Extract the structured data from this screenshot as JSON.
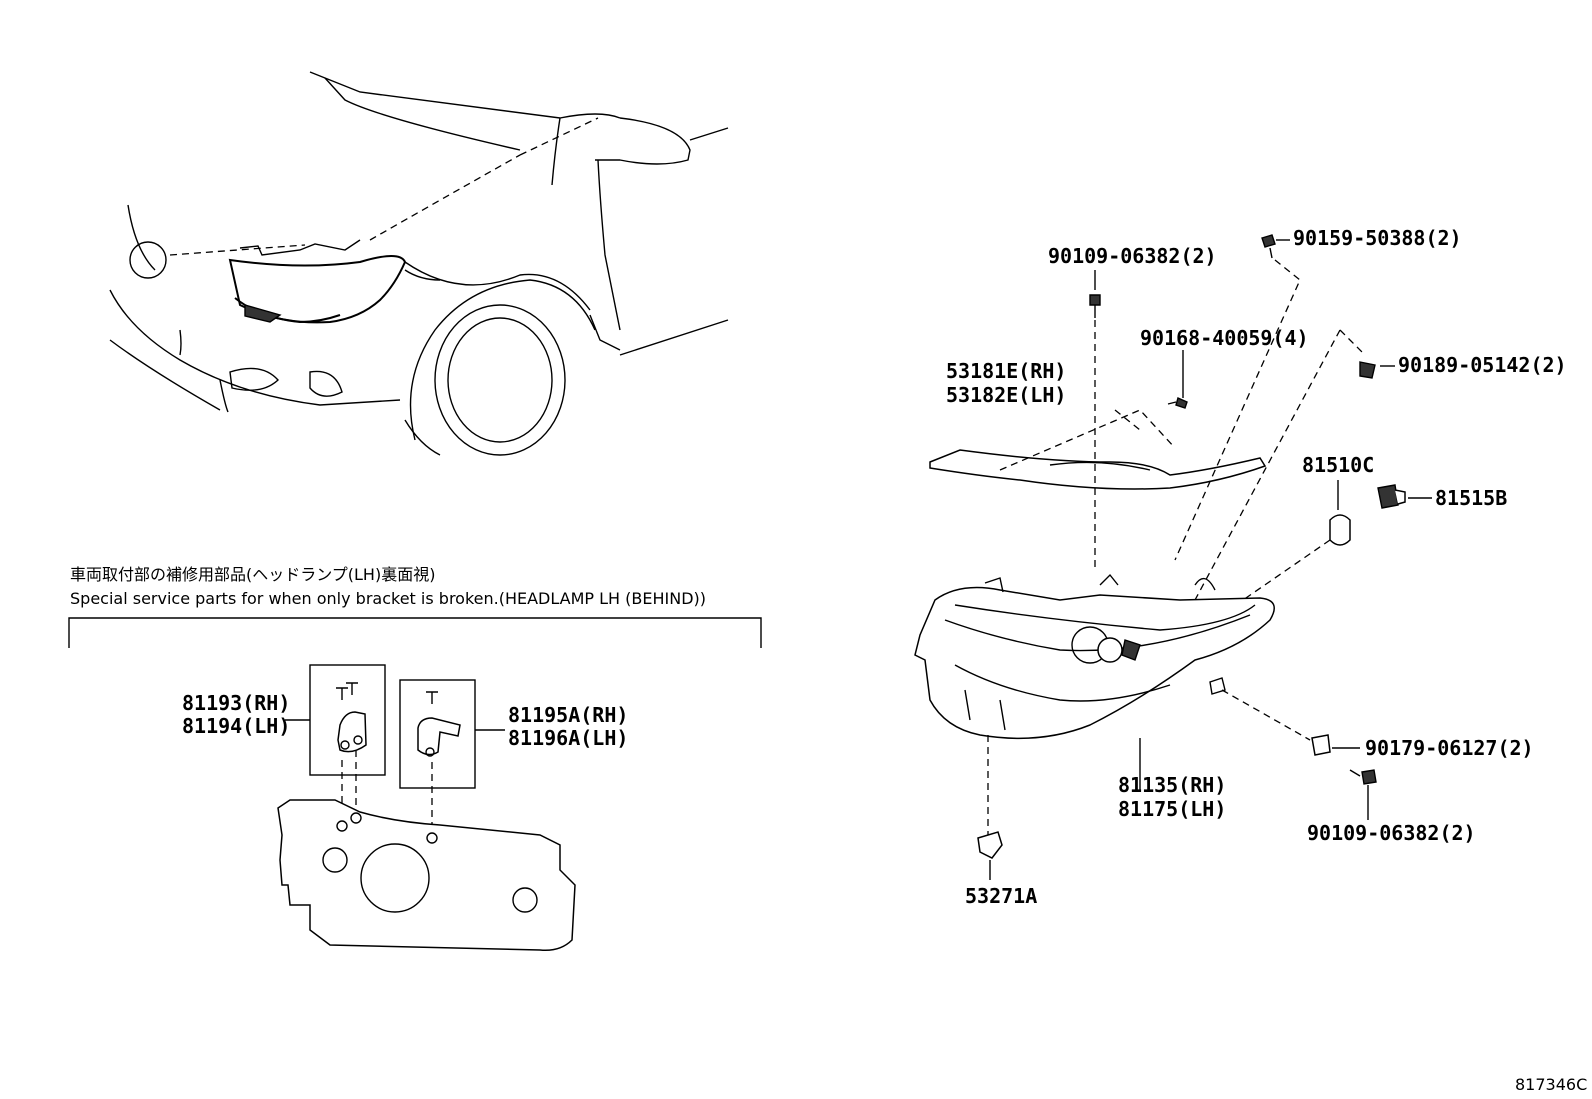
{
  "section_note": {
    "line_jp": "車両取付部の補修用部品(ヘッドランプ(LH)裏面視)",
    "line_en": "Special service parts for when only bracket is broken.(HEADLAMP LH (BEHIND))"
  },
  "callouts": {
    "p81193": "81193(RH)",
    "p81194": "81194(LH)",
    "p81195a": "81195A(RH)",
    "p81196a": "81196A(LH)",
    "p90109_top": "90109-06382(2)",
    "p90159": "90159-50388(2)",
    "p90168": "90168-40059(4)",
    "p90189": "90189-05142(2)",
    "p53181e": "53181E(RH)",
    "p53182e": "53182E(LH)",
    "p81510c": "81510C",
    "p81515b": "81515B",
    "p90179": "90179-06127(2)",
    "p81135": "81135(RH)",
    "p81175": "81175(LH)",
    "p90109_bottom": "90109-06382(2)",
    "p53271a": "53271A"
  },
  "drawing_id": "817346C"
}
